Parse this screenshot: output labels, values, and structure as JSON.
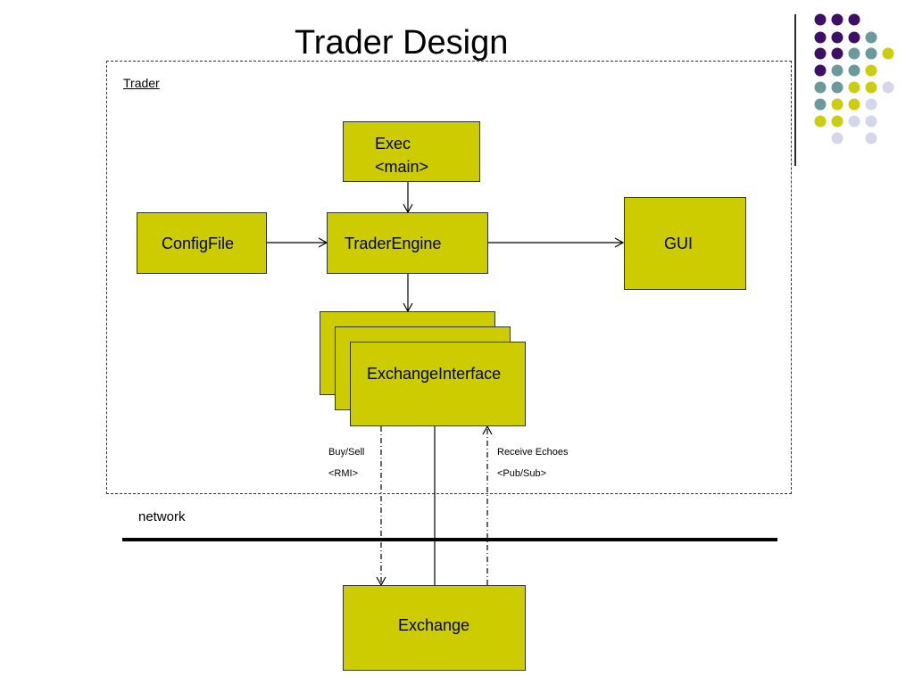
{
  "title": "Trader Design",
  "boundary_label": "Trader",
  "nodes": {
    "exec": {
      "line1": "Exec",
      "line2": "<main>"
    },
    "configfile": "ConfigFile",
    "traderengine": "TraderEngine",
    "gui": "GUI",
    "exchangeinterface": "ExchangeInterface",
    "exchange": "Exchange"
  },
  "edges": {
    "buy_sell": {
      "line1": "Buy/Sell",
      "line2": "<RMI>"
    },
    "receive_echoes": {
      "line1": "Receive Echoes",
      "line2": "<Pub/Sub>"
    }
  },
  "network_label": "network",
  "colors": {
    "box_fill": "#cccc00",
    "dot_purple": "#3d0f66",
    "dot_teal": "#6b9a9c",
    "dot_yellow": "#cccc11",
    "dot_lavender": "#d6d6ea"
  }
}
